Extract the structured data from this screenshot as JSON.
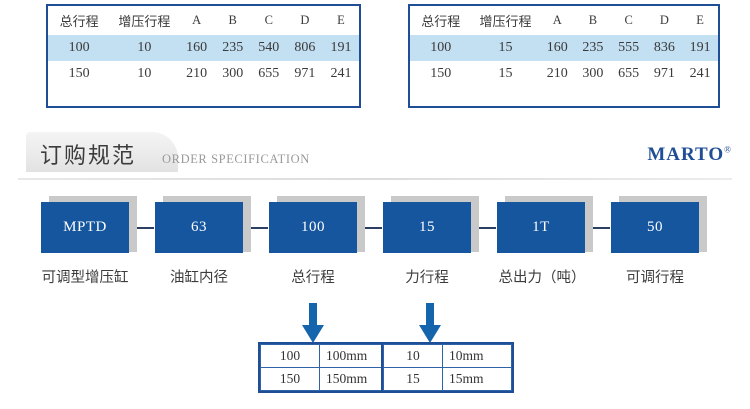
{
  "spec_tables": [
    {
      "name": "left",
      "headers": [
        "总行程",
        "增压行程",
        "A",
        "B",
        "C",
        "D",
        "E"
      ],
      "rows": [
        {
          "highlight": true,
          "cells": [
            "100",
            "10",
            "160",
            "235",
            "540",
            "806",
            "191"
          ]
        },
        {
          "highlight": false,
          "cells": [
            "150",
            "10",
            "210",
            "300",
            "655",
            "971",
            "241"
          ]
        }
      ]
    },
    {
      "name": "right",
      "headers": [
        "总行程",
        "增压行程",
        "A",
        "B",
        "C",
        "D",
        "E"
      ],
      "rows": [
        {
          "highlight": true,
          "cells": [
            "100",
            "15",
            "160",
            "235",
            "555",
            "836",
            "191"
          ]
        },
        {
          "highlight": false,
          "cells": [
            "150",
            "15",
            "210",
            "300",
            "655",
            "971",
            "241"
          ]
        }
      ]
    }
  ],
  "section": {
    "title": "订购规范",
    "subtitle": "ORDER SPECIFICATION",
    "brand": "MARTO",
    "brand_mark": "®"
  },
  "order_code": {
    "items": [
      {
        "value": "MPTD",
        "label": "可调型增压缸"
      },
      {
        "value": "63",
        "label": "油缸内径"
      },
      {
        "value": "100",
        "label": "总行程"
      },
      {
        "value": "15",
        "label": "力行程"
      },
      {
        "value": "1T",
        "label": "总出力（吨）"
      },
      {
        "value": "50",
        "label": "可调行程"
      }
    ]
  },
  "mini_tables": [
    {
      "name": "total-stroke-options",
      "rows": [
        {
          "value": "100",
          "unit": "100mm"
        },
        {
          "value": "150",
          "unit": "150mm"
        }
      ]
    },
    {
      "name": "force-stroke-options",
      "rows": [
        {
          "value": "10",
          "unit": "10mm"
        },
        {
          "value": "15",
          "unit": "15mm"
        }
      ]
    }
  ],
  "colors": {
    "brand_blue": "#1f4e96",
    "box_blue": "#15569f",
    "row_highlight": "#c3dff2",
    "arrow_blue": "#1565ad"
  }
}
